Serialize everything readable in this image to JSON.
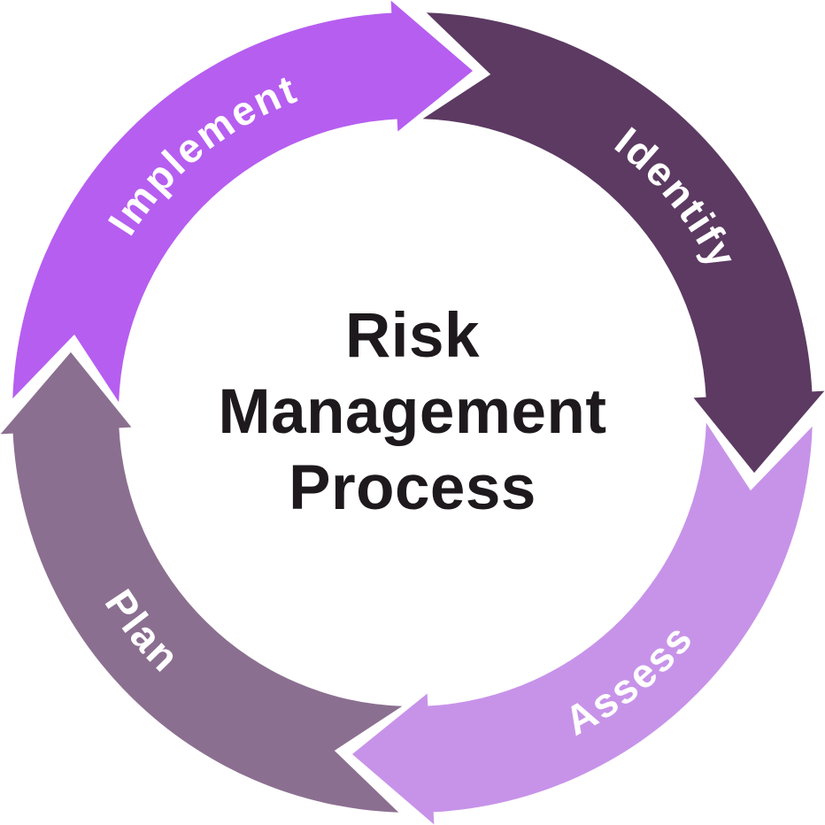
{
  "title": "Risk Management Process",
  "background_color": "#ffffff",
  "center": {
    "lines": [
      "Risk",
      "Management",
      "Process"
    ],
    "text_color": "#1d191c"
  },
  "diagram": {
    "type": "cycle",
    "direction": "clockwise",
    "segments": [
      {
        "label": "Implement",
        "color": "#b65ef0",
        "text_color": "#ffffff",
        "position": "top-left",
        "tip_angle_deg": 10
      },
      {
        "label": "Identify",
        "color": "#5c3a62",
        "text_color": "#ffffff",
        "position": "top-right",
        "tip_angle_deg": 100
      },
      {
        "label": "Assess",
        "color": "#c793e9",
        "text_color": "#ffffff",
        "position": "bottom-right",
        "tip_angle_deg": 190
      },
      {
        "label": "Plan",
        "color": "#8b6f90",
        "text_color": "#ffffff",
        "position": "bottom-left",
        "tip_angle_deg": 280
      }
    ]
  }
}
